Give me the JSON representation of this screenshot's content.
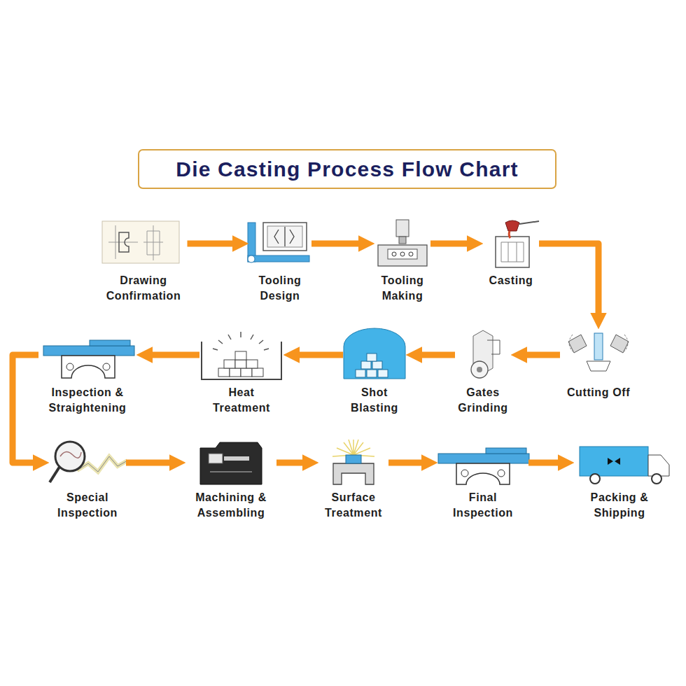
{
  "diagram": {
    "title": "Die Casting Process Flow Chart",
    "nodes": [
      {
        "text": [
          "Drawing Confirmation"
        ]
      },
      {
        "text": [
          "Tooling Design"
        ]
      },
      {
        "text": [
          "Tooling Making"
        ]
      },
      {
        "text": [
          "Casting"
        ]
      },
      {
        "text": [
          "Cutting Off"
        ]
      },
      {
        "text": [
          "Gates Grinding"
        ]
      },
      {
        "text": [
          "Shot Blasting"
        ]
      },
      {
        "text": [
          "Heat Treatment"
        ]
      },
      {
        "text": [
          "Inspection & Straightening"
        ]
      },
      {
        "text": [
          "Special Inspection"
        ]
      },
      {
        "text": [
          "Machining & Assembling"
        ]
      },
      {
        "text": [
          "Surface Treatment"
        ]
      },
      {
        "text": [
          "Final Inspection"
        ]
      },
      {
        "text": [
          "Packing & Shipping"
        ]
      }
    ],
    "edges": [
      {
        "from": 0,
        "to": 1,
        "arrow": "to"
      },
      {
        "from": 1,
        "to": 2,
        "arrow": "to"
      },
      {
        "from": 2,
        "to": 3,
        "arrow": "to"
      },
      {
        "from": 3,
        "to": 4,
        "arrow": "to"
      },
      {
        "from": 4,
        "to": 5,
        "arrow": "to"
      },
      {
        "from": 5,
        "to": 6,
        "arrow": "to"
      },
      {
        "from": 6,
        "to": 7,
        "arrow": "to"
      },
      {
        "from": 7,
        "to": 8,
        "arrow": "to"
      },
      {
        "from": 8,
        "to": 9,
        "arrow": "to"
      },
      {
        "from": 9,
        "to": 10,
        "arrow": "to"
      },
      {
        "from": 10,
        "to": 11,
        "arrow": "to"
      },
      {
        "from": 11,
        "to": 12,
        "arrow": "to"
      },
      {
        "from": 12,
        "to": 13,
        "arrow": "to"
      }
    ]
  }
}
